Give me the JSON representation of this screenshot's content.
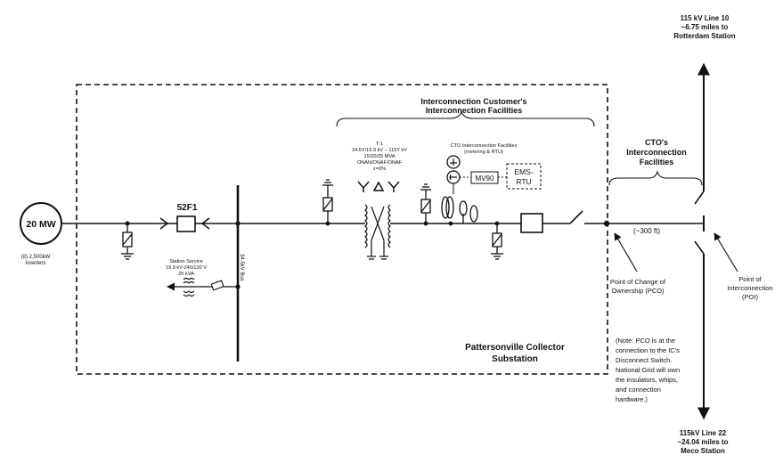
{
  "generator": {
    "rating": "20 MW",
    "note1": "(8) 2,500kW",
    "note2": "inverters"
  },
  "breaker": {
    "label": "52F1"
  },
  "station_service": {
    "line1": "Station Service",
    "line2": "19.9 kV-240/120 V",
    "line3": "25 kVA"
  },
  "bus_label": "34.5kV Bus",
  "transformer": {
    "line1": "T-1",
    "line2": "34.5Y/19.9 kV – 115Y kV",
    "line3": "15/20/25 MVA",
    "line4": "ONAN/ONAF/ONAF",
    "line5": "z=9%"
  },
  "ic_facilities": {
    "line1": "Interconnection  Customer's",
    "line2": "Interconnection  Facilities"
  },
  "cto_metering": {
    "line1": "CTO Interconnection Facilities",
    "line2": "(metering & RTU)",
    "mv90": "MV90",
    "ems1": "EMS-",
    "ems2": "RTU"
  },
  "cto_facilities": {
    "line1": "CTO's",
    "line2": "Interconnection",
    "line3": "Facilities"
  },
  "distance": "(~300 ft)",
  "pco": {
    "line1": "Point of Change of",
    "line2": "Ownership (PCO)"
  },
  "poi": {
    "line1": "Point of",
    "line2": "Interconnection",
    "line3": "(POI)"
  },
  "substation": {
    "line1": "Pattersonville Collector",
    "line2": "Substation"
  },
  "pco_note": {
    "line1": "(Note: PCO is at the",
    "line2": "connection to the IC's",
    "line3": "Disconnect Switch.",
    "line4": "National Grid will own",
    "line5": "the insulators, whips,",
    "line6": "and connection",
    "line7": "hardware.)"
  },
  "line_north": {
    "line1": "115 kV Line 10",
    "line2": "~6.75 miles to",
    "line3": "Rotterdam Station"
  },
  "line_south": {
    "line1": "115kV Line 22",
    "line2": "~24.04 miles to",
    "line3": "Meco Station"
  }
}
